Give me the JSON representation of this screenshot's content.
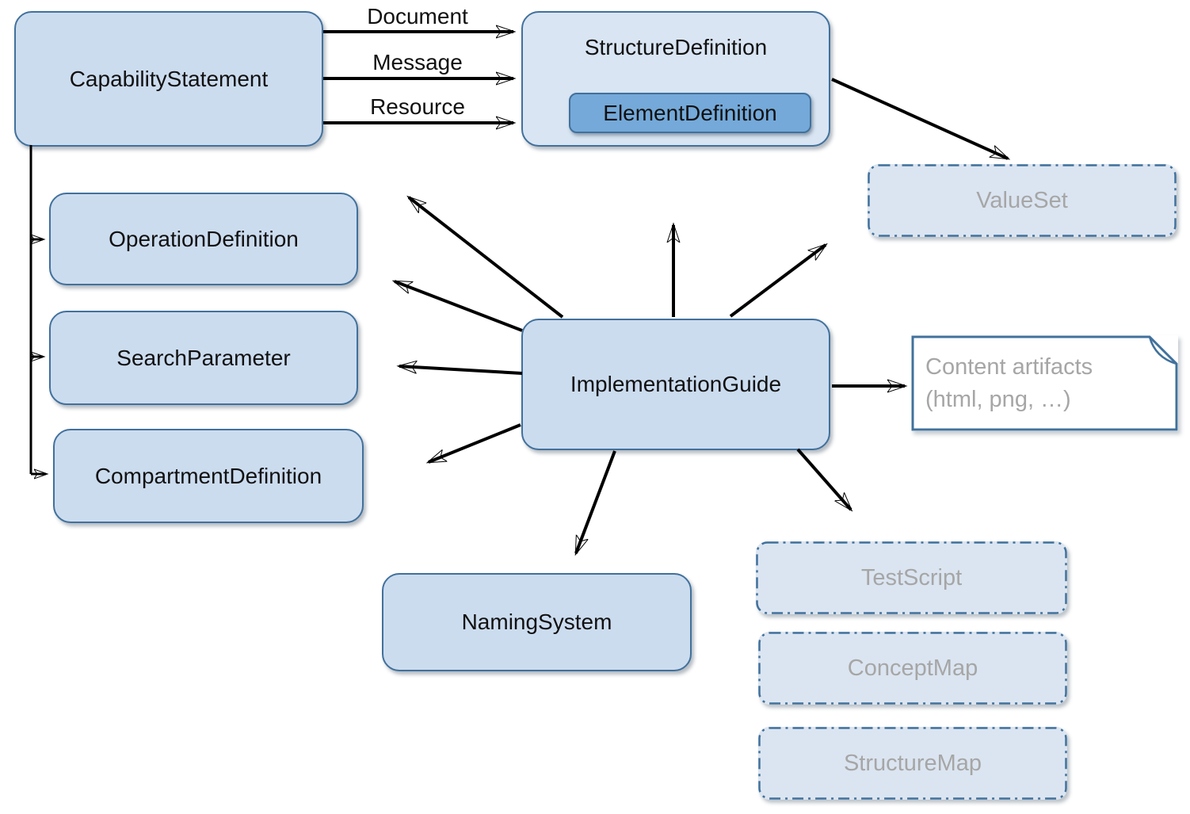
{
  "diagram": {
    "nodes": {
      "capability_statement": {
        "label": "CapabilityStatement"
      },
      "structure_definition": {
        "label": "StructureDefinition"
      },
      "element_definition": {
        "label": "ElementDefinition"
      },
      "value_set": {
        "label": "ValueSet"
      },
      "operation_definition": {
        "label": "OperationDefinition"
      },
      "search_parameter": {
        "label": "SearchParameter"
      },
      "compartment_definition": {
        "label": "CompartmentDefinition"
      },
      "implementation_guide": {
        "label": "ImplementationGuide"
      },
      "naming_system": {
        "label": "NamingSystem"
      },
      "content_artifacts": {
        "label_line1": "Content artifacts",
        "label_line2": "(html, png, …)"
      },
      "test_script": {
        "label": "TestScript"
      },
      "concept_map": {
        "label": "ConceptMap"
      },
      "structure_map": {
        "label": "StructureMap"
      }
    },
    "edge_labels": {
      "document": "Document",
      "message": "Message",
      "resource": "Resource"
    },
    "colors": {
      "node_fill": "#ccdcef",
      "node_fill_light": "#d9e5f3",
      "dashed_fill": "#dbe5f1",
      "node_border": "#41719c",
      "inner_fill": "#74a9d9",
      "muted_text": "#a6a6a6",
      "text": "#111111",
      "arrow": "#000000"
    }
  }
}
